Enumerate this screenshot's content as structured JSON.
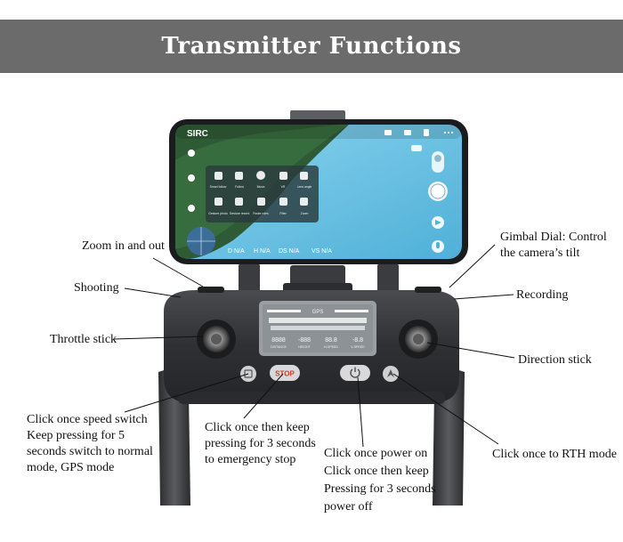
{
  "banner": {
    "title": "Transmitter Functions"
  },
  "phone": {
    "logo": "SIRC",
    "menu_row1": [
      "Smart follow",
      "Follow",
      "Music",
      "VR",
      "Lens angle"
    ],
    "menu_row2": [
      "Gesture photo",
      "Gesture record",
      "Route rules",
      "Filter",
      "Zoom"
    ],
    "telemetry": [
      "D N/A",
      "H N/A",
      "DS N/A",
      "VS N/A"
    ]
  },
  "lcd": {
    "top": "GPS",
    "row_labels": [
      "DISTANCE",
      "HEIGHT",
      "H-SPEED",
      "V-SPEED"
    ],
    "row_values": [
      "8888",
      "-888",
      "88.8",
      "-8.8"
    ]
  },
  "buttons": {
    "stop": "STOP"
  },
  "labels": {
    "zoom": "Zoom in and out",
    "shooting": "Shooting",
    "throttle": "Throttle stick",
    "speed_switch": [
      "Click once speed switch",
      "Keep pressing for 5",
      "seconds switch to normal",
      "mode, GPS mode"
    ],
    "emergency": [
      "Click once then keep",
      "pressing for 3 seconds",
      "to emergency stop"
    ],
    "power": [
      "Click once power on",
      "Click once then keep",
      "Pressing for 3 seconds",
      "power off"
    ],
    "gimbal": [
      "Gimbal Dial: Control",
      "the camera’s tilt"
    ],
    "recording": "Recording",
    "direction": "Direction stick",
    "rth": "Click once to RTH mode"
  },
  "colors": {
    "banner": "#6b6b6b",
    "controller": "#2e2f31",
    "sky": "#6fc3e3",
    "stop_text": "#d63a2e"
  },
  "icons": [
    "mic-icon",
    "video-icon",
    "shutter-icon",
    "power-icon",
    "rth-icon",
    "speed-icon",
    "radar-icon"
  ]
}
